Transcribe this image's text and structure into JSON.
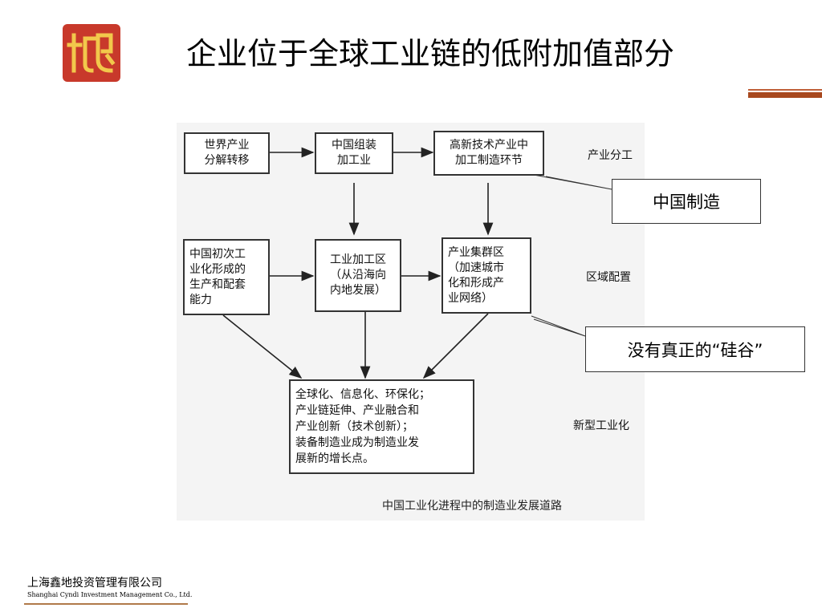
{
  "logo": {
    "icon": "seal-logo-icon",
    "color": "#c8392b"
  },
  "title": "企业位于全球工业链的低附加值部分",
  "diagram": {
    "boxes": {
      "r1c1": "世界产业\n分解转移",
      "r1c2": "中国组装\n加工业",
      "r1c3": "高新技术产业中\n加工制造环节",
      "r2c1": "中国初次工\n业化形成的\n生产和配套\n能力",
      "r2c2": "工业加工区\n（从沿海向\n内地发展）",
      "r2c3": "产业集群区\n（加速城市\n化和形成产\n业网络）",
      "bottom": "全球化、信息化、环保化；\n产业链延伸、产业融合和\n产业创新（技术创新）；\n装备制造业成为制造业发\n展新的增长点。"
    },
    "row_labels": [
      "产业分工",
      "区域配置",
      "新型工业化"
    ],
    "caption": "中国工业化进程中的制造业发展道路"
  },
  "callouts": [
    "中国制造",
    "没有真正的“硅谷”"
  ],
  "footer": {
    "company_cn": "上海鑫地投资管理有限公司",
    "company_en": "Shanghai Cyndi Investment Management Co., Ltd."
  }
}
